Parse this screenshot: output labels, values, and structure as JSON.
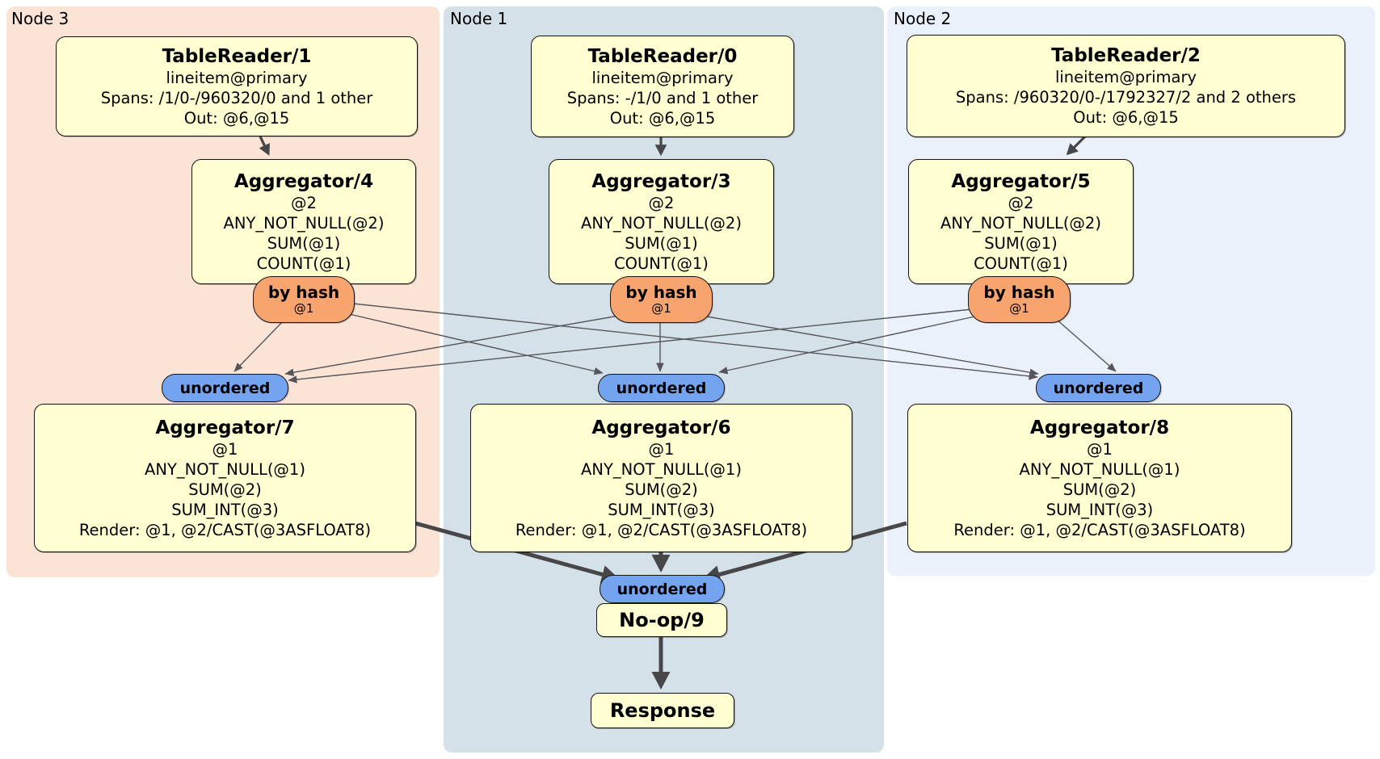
{
  "nodes": [
    {
      "id": "node3",
      "label": "Node 3"
    },
    {
      "id": "node1",
      "label": "Node 1"
    },
    {
      "id": "node2",
      "label": "Node 2"
    }
  ],
  "boxes": {
    "tr1": {
      "title": "TableReader/1",
      "lines": [
        "lineitem@primary",
        "Spans: /1/0-/960320/0 and 1 other",
        "Out: @6,@15"
      ]
    },
    "tr0": {
      "title": "TableReader/0",
      "lines": [
        "lineitem@primary",
        "Spans: -/1/0 and 1 other",
        "Out: @6,@15"
      ]
    },
    "tr2": {
      "title": "TableReader/2",
      "lines": [
        "lineitem@primary",
        "Spans: /960320/0-/1792327/2 and 2 others",
        "Out: @6,@15"
      ]
    },
    "agg4": {
      "title": "Aggregator/4",
      "lines": [
        "@2",
        "ANY_NOT_NULL(@2)",
        "SUM(@1)",
        "COUNT(@1)"
      ]
    },
    "agg3": {
      "title": "Aggregator/3",
      "lines": [
        "@2",
        "ANY_NOT_NULL(@2)",
        "SUM(@1)",
        "COUNT(@1)"
      ]
    },
    "agg5": {
      "title": "Aggregator/5",
      "lines": [
        "@2",
        "ANY_NOT_NULL(@2)",
        "SUM(@1)",
        "COUNT(@1)"
      ]
    },
    "agg7": {
      "title": "Aggregator/7",
      "lines": [
        "@1",
        "ANY_NOT_NULL(@1)",
        "SUM(@2)",
        "SUM_INT(@3)",
        "Render: @1, @2/CAST(@3ASFLOAT8)"
      ]
    },
    "agg6": {
      "title": "Aggregator/6",
      "lines": [
        "@1",
        "ANY_NOT_NULL(@1)",
        "SUM(@2)",
        "SUM_INT(@3)",
        "Render: @1, @2/CAST(@3ASFLOAT8)"
      ]
    },
    "agg8": {
      "title": "Aggregator/8",
      "lines": [
        "@1",
        "ANY_NOT_NULL(@1)",
        "SUM(@2)",
        "SUM_INT(@3)",
        "Render: @1, @2/CAST(@3ASFLOAT8)"
      ]
    },
    "noop": {
      "title": "No-op/9"
    },
    "response": {
      "title": "Response"
    }
  },
  "ovals": {
    "byhash": {
      "label": "by hash",
      "sub": "@1"
    },
    "unordered": {
      "label": "unordered"
    }
  },
  "edges": [
    {
      "from": "TableReader/1",
      "to": "Aggregator/4"
    },
    {
      "from": "TableReader/0",
      "to": "Aggregator/3"
    },
    {
      "from": "TableReader/2",
      "to": "Aggregator/5"
    },
    {
      "from": "Aggregator/4 by hash",
      "to": "unordered/7"
    },
    {
      "from": "Aggregator/4 by hash",
      "to": "unordered/6"
    },
    {
      "from": "Aggregator/4 by hash",
      "to": "unordered/8"
    },
    {
      "from": "Aggregator/3 by hash",
      "to": "unordered/7"
    },
    {
      "from": "Aggregator/3 by hash",
      "to": "unordered/6"
    },
    {
      "from": "Aggregator/3 by hash",
      "to": "unordered/8"
    },
    {
      "from": "Aggregator/5 by hash",
      "to": "unordered/7"
    },
    {
      "from": "Aggregator/5 by hash",
      "to": "unordered/6"
    },
    {
      "from": "Aggregator/5 by hash",
      "to": "unordered/8"
    },
    {
      "from": "Aggregator/7",
      "to": "unordered/No-op/9"
    },
    {
      "from": "Aggregator/6",
      "to": "unordered/No-op/9"
    },
    {
      "from": "Aggregator/8",
      "to": "unordered/No-op/9"
    },
    {
      "from": "No-op/9",
      "to": "Response"
    }
  ],
  "colors": {
    "node3_bg": "#fbe3d6",
    "node1_bg": "#d5e1e9",
    "node2_bg": "#eaf1fa",
    "box_fill": "#ffffd2",
    "byhash_fill": "#f8a46f",
    "unordered_fill": "#74a3f0",
    "edge_thin": "#56565a",
    "edge_thick": "#47474a",
    "border": "#141414"
  }
}
